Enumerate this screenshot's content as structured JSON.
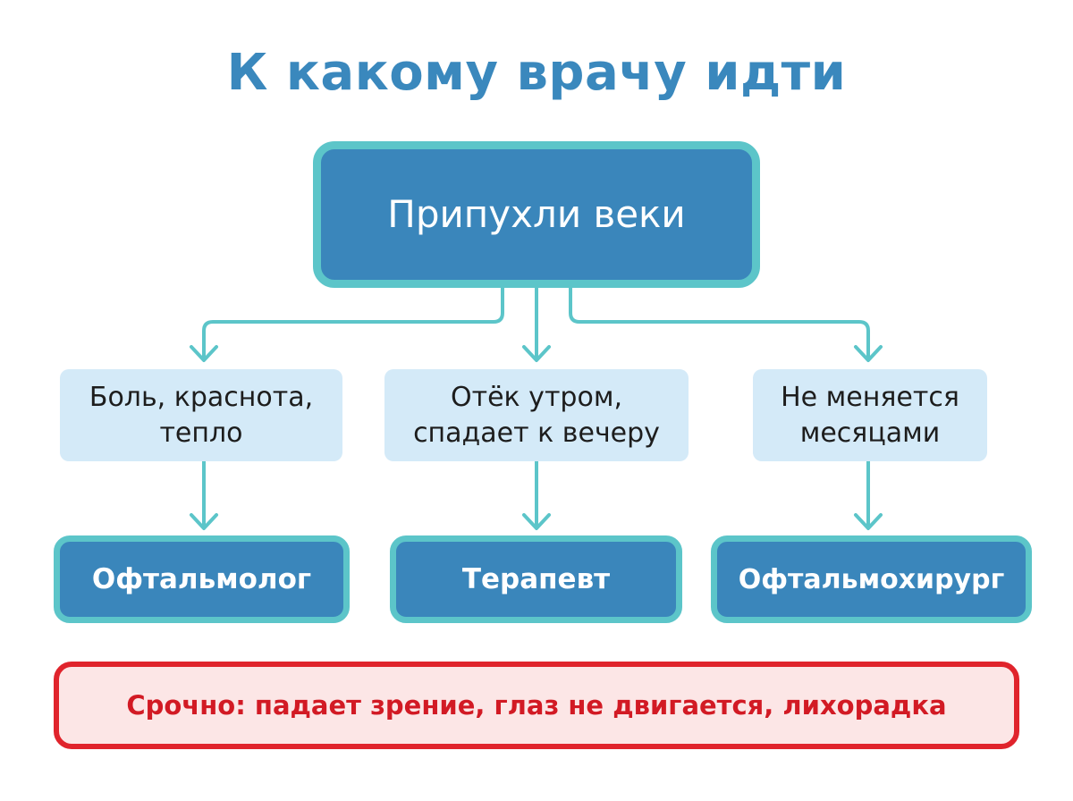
{
  "title": "К какому врачу идти",
  "root": {
    "label": "Припухли веки"
  },
  "branches": [
    {
      "condition_line1": "Боль, краснота,",
      "condition_line2": "тепло",
      "doctor": "Офтальмолог"
    },
    {
      "condition_line1": "Отёк утром,",
      "condition_line2": "спадает к вечеру",
      "doctor": "Терапевт"
    },
    {
      "condition_line1": "Не меняется",
      "condition_line2": "месяцами",
      "doctor": "Офтальмохирург"
    }
  ],
  "urgent": {
    "label": "Срочно: падает зрение, глаз не двигается, лихорадка"
  },
  "colors": {
    "title": "#3a88bd",
    "box_fill": "#3a86bb",
    "box_border": "#5cc5c9",
    "condition_fill": "#d4eaf8",
    "connector": "#5cc5c9",
    "urgent_border": "#e0242c",
    "urgent_fill": "#fce6e6",
    "urgent_text": "#d21a24"
  }
}
